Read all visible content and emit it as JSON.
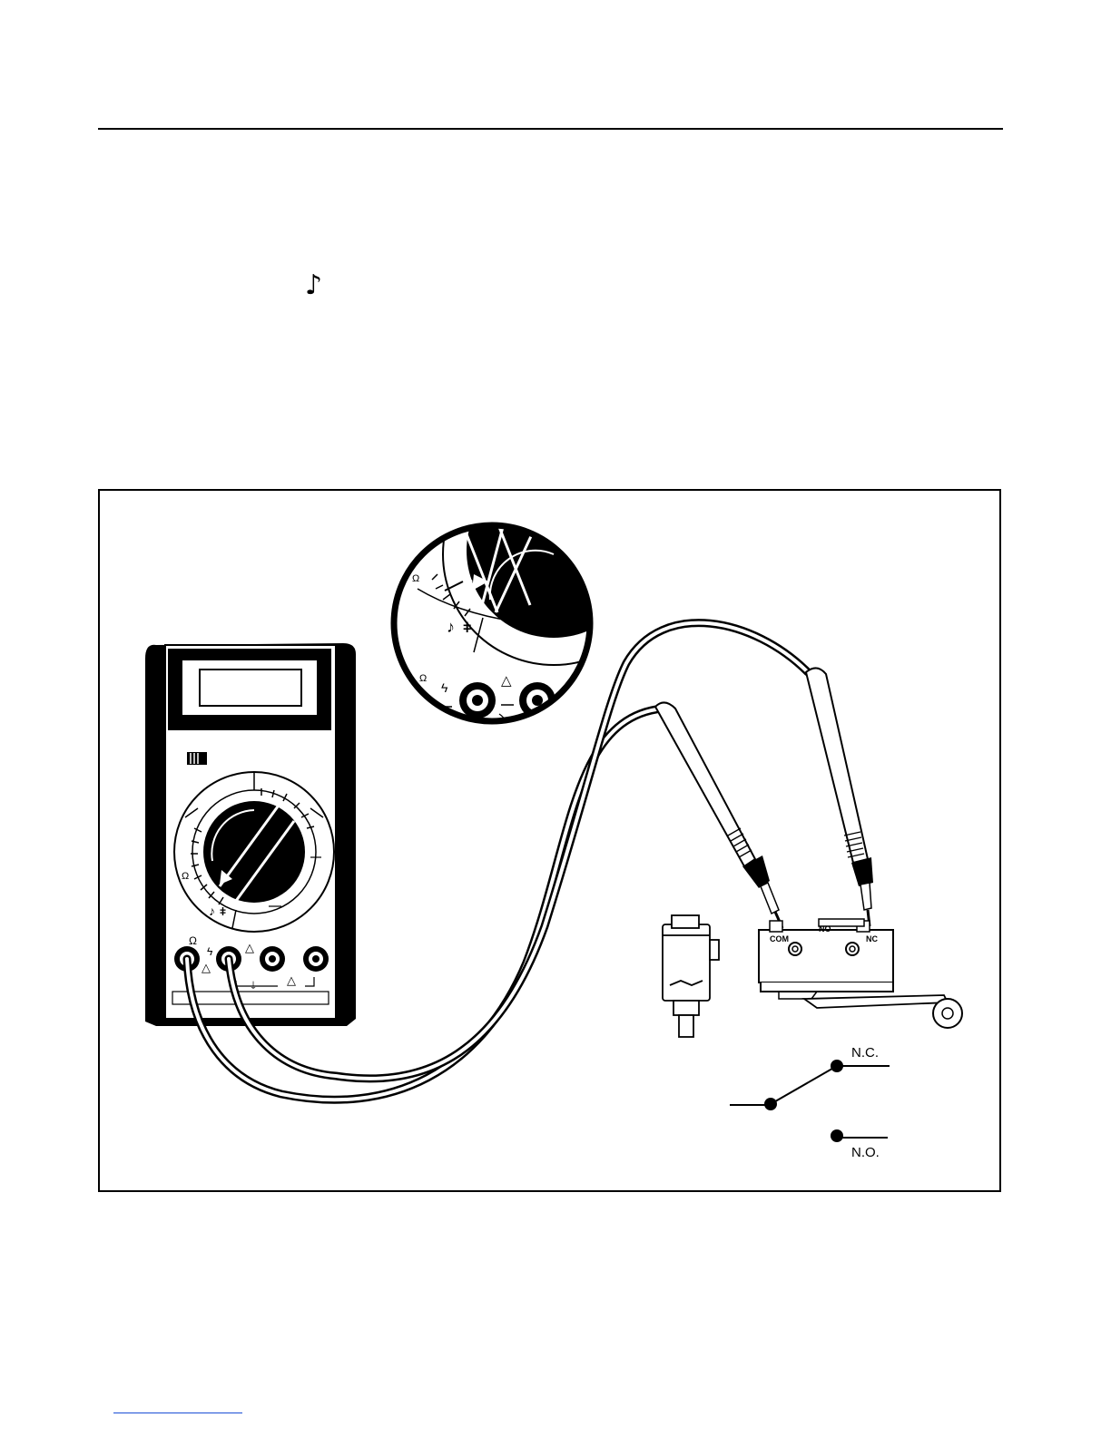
{
  "icons": {
    "continuity": "music-note-icon",
    "diode": "diode-icon",
    "ohm": "ohm-icon",
    "warning": "warning-triangle-icon"
  },
  "glyphs": {
    "note": "♪",
    "ohm": "Ω",
    "bolt": "ϟ",
    "triangle": "△",
    "ground": "⏚"
  },
  "switch_labels": {
    "com": "COM",
    "no": "NO",
    "nc": "NC"
  },
  "schematic": {
    "nc_label": "N.C.",
    "no_label": "N.O."
  }
}
